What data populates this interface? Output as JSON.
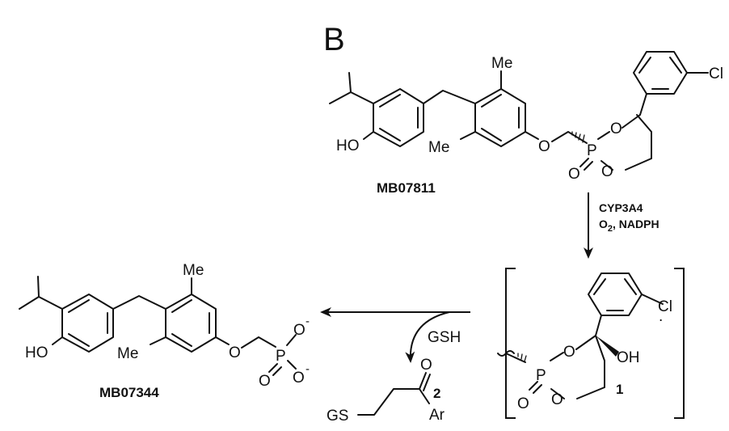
{
  "panel_label": "B",
  "compounds": {
    "prodrug": {
      "name": "MB07811",
      "atoms": {
        "hydroxyl": "HO",
        "methyl_top": "Me",
        "methyl_bottom": "Me",
        "ether_o": "O",
        "phosphorus": "P",
        "phosphoryl_o": "O",
        "ring_o_top": "O",
        "ring_o_bottom": "O",
        "chlorine": "Cl"
      }
    },
    "intermediate": {
      "name": "1",
      "atoms": {
        "phosphorus": "P",
        "phosphoryl_o": "O",
        "ring_o_top": "O",
        "ring_o_bottom": "O",
        "hydroxyl": "OH",
        "chlorine": "Cl",
        "dot": "."
      }
    },
    "product": {
      "name": "MB07344",
      "atoms": {
        "hydroxyl": "HO",
        "methyl_top": "Me",
        "methyl_bottom": "Me",
        "ether_o": "O",
        "phosphorus": "P",
        "oxide_top": "O",
        "oxide_double": "O",
        "oxide_bottom": "O",
        "charge": "-"
      }
    },
    "byproduct": {
      "name": "2",
      "atoms": {
        "glutathione": "GS",
        "ketone_o": "O",
        "aryl": "Ar"
      }
    }
  },
  "step1": {
    "enzyme": "CYP3A4",
    "cofactor_o": "O",
    "cofactor_sub": "2",
    "cofactor_rest": ", NADPH"
  },
  "step2": {
    "reagent": "GSH"
  },
  "colors": {
    "ink": "#111111",
    "background": "#ffffff"
  }
}
